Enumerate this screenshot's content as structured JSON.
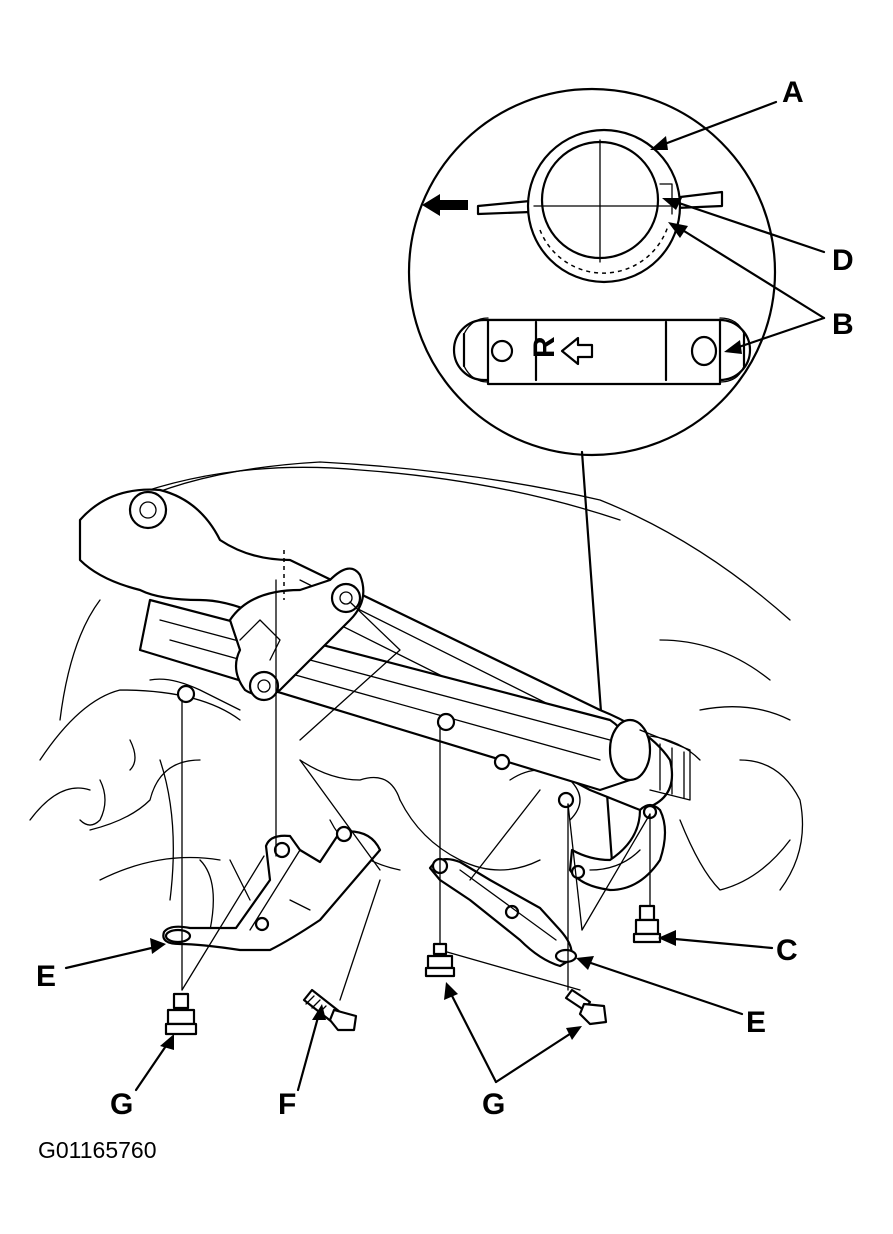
{
  "figure_id": "G01165760",
  "callouts": {
    "a": "A",
    "b": "B",
    "c": "C",
    "d": "D",
    "e_left": "E",
    "e_right": "E",
    "f": "F",
    "g_left": "G",
    "g_right": "G"
  },
  "detail_view": {
    "bushing_mark": "R"
  },
  "icons": {
    "direction_arrow": "left-arrow-icon",
    "bushing_arrow": "outline-left-arrow-icon"
  }
}
